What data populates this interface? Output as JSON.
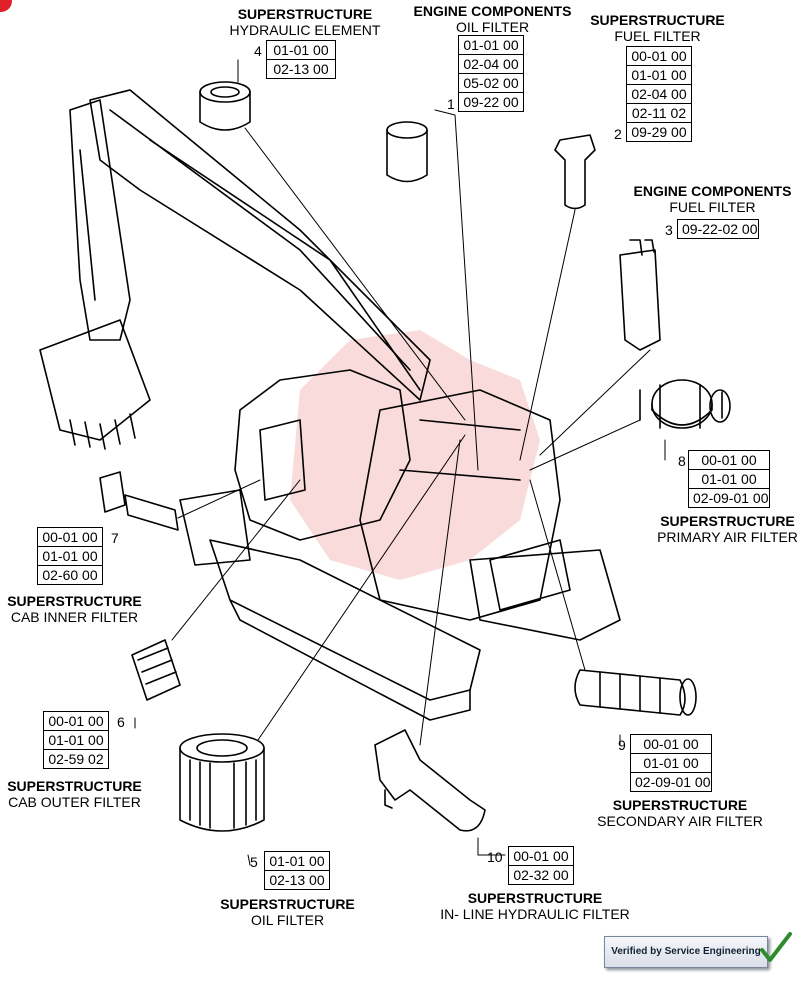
{
  "callouts": {
    "c1": {
      "number": "1",
      "title": "ENGINE COMPONENTS",
      "subtitle": "OIL FILTER",
      "codes": [
        "01-01 00",
        "02-04 00",
        "05-02 00",
        "09-22 00"
      ]
    },
    "c2": {
      "number": "2",
      "title": "SUPERSTRUCTURE",
      "subtitle": "FUEL FILTER",
      "codes": [
        "00-01 00",
        "01-01 00",
        "02-04 00",
        "02-11 02",
        "09-29 00"
      ]
    },
    "c3": {
      "number": "3",
      "title": "ENGINE COMPONENTS",
      "subtitle": "FUEL FILTER",
      "codes": [
        "09-22-02 00"
      ]
    },
    "c4": {
      "number": "4",
      "title": "SUPERSTRUCTURE",
      "subtitle": "HYDRAULIC ELEMENT",
      "codes": [
        "01-01 00",
        "02-13 00"
      ]
    },
    "c5": {
      "number": "5",
      "title": "SUPERSTRUCTURE",
      "subtitle": "OIL FILTER",
      "codes": [
        "01-01 00",
        "02-13 00"
      ]
    },
    "c6": {
      "number": "6",
      "title": "SUPERSTRUCTURE",
      "subtitle": "CAB OUTER FILTER",
      "codes": [
        "00-01 00",
        "01-01 00",
        "02-59 02"
      ]
    },
    "c7": {
      "number": "7",
      "title": "SUPERSTRUCTURE",
      "subtitle": "CAB INNER FILTER",
      "codes": [
        "00-01 00",
        "01-01 00",
        "02-60 00"
      ]
    },
    "c8": {
      "number": "8",
      "title": "SUPERSTRUCTURE",
      "subtitle": "PRIMARY AIR FILTER",
      "codes": [
        "00-01 00",
        "01-01 00",
        "02-09-01 00"
      ]
    },
    "c9": {
      "number": "9",
      "title": "SUPERSTRUCTURE",
      "subtitle": "SECONDARY AIR FILTER",
      "codes": [
        "00-01 00",
        "01-01 00",
        "02-09-01 00"
      ]
    },
    "c10": {
      "number": "10",
      "title": "SUPERSTRUCTURE",
      "subtitle": "IN- LINE HYDRAULIC FILTER",
      "codes": [
        "00-01 00",
        "02-32 00"
      ]
    }
  },
  "badge": {
    "label": "Verified by Service Engineering"
  },
  "colors": {
    "watermark": "#e03a3a",
    "line": "#000000"
  }
}
